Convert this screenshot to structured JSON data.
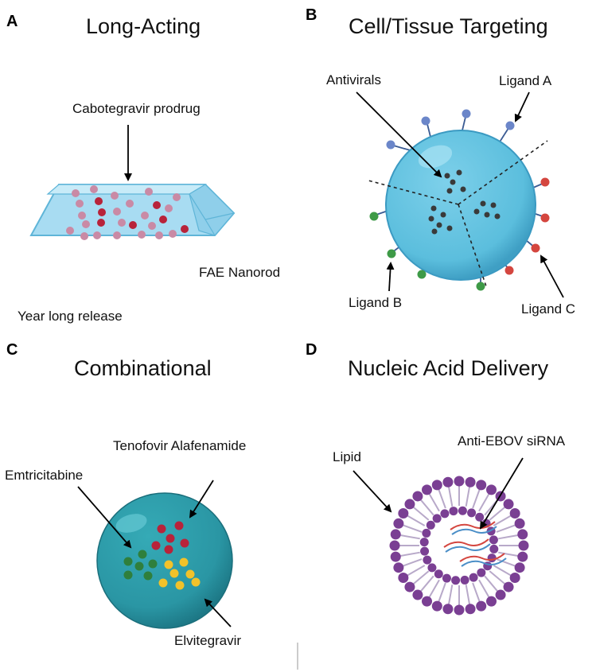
{
  "panels": [
    {
      "letter": "A",
      "title": "Long-Acting",
      "labels": {
        "prodrug": "Cabotegravir prodrug",
        "nanorod": "FAE Nanorod",
        "release": "Year long release"
      }
    },
    {
      "letter": "B",
      "title": "Cell/Tissue Targeting",
      "labels": {
        "antivirals": "Antivirals",
        "ligand_a": "Ligand A",
        "ligand_b": "Ligand B",
        "ligand_c": "Ligand C"
      }
    },
    {
      "letter": "C",
      "title": "Combinational",
      "labels": {
        "taf": "Tenofovir Alafenamide",
        "ftc": "Emtricitabine",
        "evg": "Elvitegravir"
      }
    },
    {
      "letter": "D",
      "title": "Nucleic Acid Delivery",
      "labels": {
        "lipid": "Lipid",
        "sirna": "Anti-EBOV siRNA"
      }
    }
  ],
  "colors": {
    "nanorod": "#a8dcf2",
    "targeting_sphere": "#5fc0de",
    "combination_sphere": "#2a9aa8",
    "ligand_a": "#6b86c9",
    "ligand_b": "#3e9a47",
    "ligand_c": "#d4463f",
    "drug_red": "#b8233a",
    "drug_green": "#2f7f3c",
    "drug_yellow": "#f2c22a",
    "lipid_head": "#7a3f93"
  }
}
